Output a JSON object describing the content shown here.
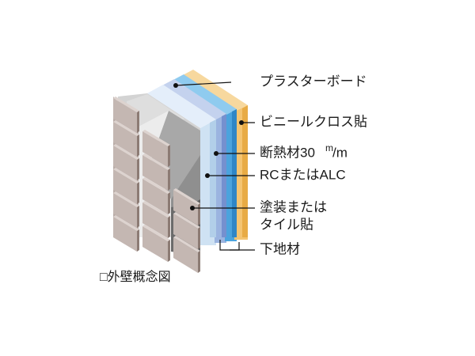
{
  "figure": {
    "caption": "□外壁概念図",
    "background_color": "#ffffff"
  },
  "layers": [
    {
      "id": "plaster-board",
      "label": "プラスターボード",
      "color": "#cfe2f3",
      "order": 1
    },
    {
      "id": "vinyl-cloth",
      "label": "ビニールクロス貼",
      "color": "#f2b852",
      "order": 2
    },
    {
      "id": "insulation",
      "label": "断熱材30m/m",
      "label_main": "断熱材30",
      "label_sup": "m",
      "label_tail": "/m",
      "color": "#7d9ed8",
      "order": 3
    },
    {
      "id": "rc-or-alc",
      "label": "RCまたはALC",
      "color": "#3f95d2",
      "order": 4
    },
    {
      "id": "coating-or-tile",
      "label_line1": "塗装または",
      "label_line2": "タイル貼",
      "label": "塗装またはタイル貼",
      "color": "#a99d97",
      "order": 5
    },
    {
      "id": "base-material",
      "label": "下地材",
      "color": "#9e9e9e",
      "order": 6
    }
  ],
  "palette": {
    "tile_face": "#c4b7b2",
    "tile_top": "#d8cdc9",
    "tile_side": "#8c7b74",
    "tile_gap": "#6f6059",
    "concrete_light": "#e8e8e8",
    "concrete_mid": "#c9c9c9",
    "concrete_dark": "#8e8e8e",
    "concrete_darker": "#5e5e5e",
    "plaster_face": "#d9e7f5",
    "plaster_edge": "#b9d2ea",
    "insulation_face": "#9bb4e0",
    "insulation_edge": "#7d9ed8",
    "rc_face": "#4ba3dd",
    "rc_edge": "#2f86c6",
    "vinyl_face": "#f4c471",
    "vinyl_edge": "#e0a53c",
    "leader": "#111111"
  }
}
